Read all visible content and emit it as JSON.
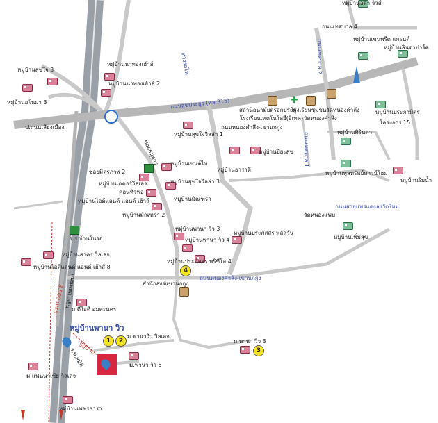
{
  "map": {
    "colors": {
      "road": "#c9c9c9",
      "road_edge": "#b3b3b3",
      "highway": "#9aa0a8",
      "house": "#d9839a",
      "house_green": "#7fbf9a",
      "label_blue": "#3a4fa8",
      "label_red": "#c0392b",
      "marker_yellow": "#f5e51e",
      "water": "#3a7fc6"
    },
    "icons": [
      "house-icon",
      "temple-icon",
      "hospital-cross-icon",
      "school-icon",
      "roundabout-icon",
      "shop-icon",
      "location-pin-icon",
      "numbered-marker-icon"
    ],
    "labels": {
      "moo_siwa": "หมู่บ้านลดา วิวส์",
      "soi_4": "ถนนเทศบาล 4",
      "vachirawarakul": "หมู่บ้านเชนพรีด แกรนด์",
      "lin_park": "หมู่บ้านลินดาปาร์ค",
      "thetsaban_2": "ถนนเทศบาล 2",
      "moo_suk_jai3": "หมู่บ้านสุขใจ 3",
      "nakhao_house": "หมู่บ้านนาทองเฮ้าส์",
      "nakhao_house2": "หมู่บ้านนาทองเฮ้าส์ 2",
      "moo_nonma3": "หมู่บ้านอโนมา 3",
      "nongsuea_road": "ป.ถนนเลี่ยงเมือง",
      "sukhumvit": "ถนนสุขประยูร (ทล.315)",
      "municipal_office": "สถานีอนามัยตรอกประดู่",
      "school_tech": "โรงเรียนเทคโนโลยี(อีเทค)",
      "nonghong_road": "ถนนหนองคำลึง-เขานกกูง",
      "school_watnong": "โรงเรียนชุมชนวัดหนองคำลึง",
      "wat_nonghong": "วัดหนองคำลึง",
      "prasarn": "หมู่บ้านประภามิตร",
      "project15": "โครงการ 15",
      "sirinthara": "หมู่บ้านศิรินดา",
      "thetsaban_1": "ถนนเทศบาล 1",
      "pool_sap": "หมู่บ้านพูลทรัพย์ทาวน์โฮม",
      "rimnam": "หมู่บ้านริมน้ำ",
      "suk_jai_villa1": "หมู่บ้านสุขใจวิลล่า 1",
      "piya": "หมู่บ้านปิยะสุข",
      "thararat": "หมู่บ้านธาราดี",
      "ban_khao_nok": "หมู่บ้านเซนต์ไบ",
      "sukjai_villa3": "หมู่บ้านสุขใจวิลล่า 3",
      "mantra": "หมู่บ้านมัณฑรา",
      "mantra2": "หมู่บ้านมัณฑรา 2",
      "moo_mitr": "ซอยมิตรภาพ 2",
      "decor_villa": "หมู่บ้านเดคอร์วิลเลจ",
      "condo_hua": "คอนหัวฟ่อ",
      "ideal_land": "หมู่บ้านไอดีแลนด์ แอนด์ เฮ้าส์",
      "thetsaban_sai": "ถนนสายแพรแดงลงวัดใหม่",
      "wat_nong_faep": "วัดหนองแฟบ",
      "phoem_suk": "หมู่บ้านเพิ่มสุข",
      "pana_3": "หมู่บ้านพานา วิว 3",
      "pana_4": "หมู่บ้านพานา วิว 4",
      "prasat_villa": "หมู่บ้านประภัสสร พลัสวัน",
      "prasat_prime": "หมู่บ้านประภัสสร พริซีโอ 4",
      "nonghong_road2": "ถนนหนองคำลึง-เขานกกูง",
      "samnak": "สำนักสงฆ์เขานกกูง",
      "ror_ror": "ร.ร.บ้านโนรอ",
      "sakon_village": "หมู่บ้านสาคร วิลเลจ",
      "ideal_8": "หมู่บ้านไอดีแลนด์ แอนด์ เฮ้าส์ 8",
      "distance_3500": "3,500 เมตร",
      "phetkasem": "ถนนพหลโยธิน",
      "dee_amata": "ม.ดีไอดี อมตะนคร",
      "pana_sign": "หมู่บ้านพานา วิว",
      "pana_village": "ม.พานาวิว วิลเลจ",
      "pana_5": "ม.พานา วิว 5",
      "pana_s3": "ม.พานา วิว 3",
      "distance_500": "500 ม.",
      "r_soi": "ร.พ.สมิติ",
      "fandin": "ม.แฟนนาเซีย วิลเลจ",
      "phetcharat": "หมู่บ้านเพชรธารา",
      "hwy_left": "ถนนพหลโยธิน",
      "north_arrow": "ทางรถไฟ",
      "soi_bridge": "ซอยธนุธาร",
      "markers": [
        "1",
        "2",
        "3",
        "4"
      ]
    }
  }
}
